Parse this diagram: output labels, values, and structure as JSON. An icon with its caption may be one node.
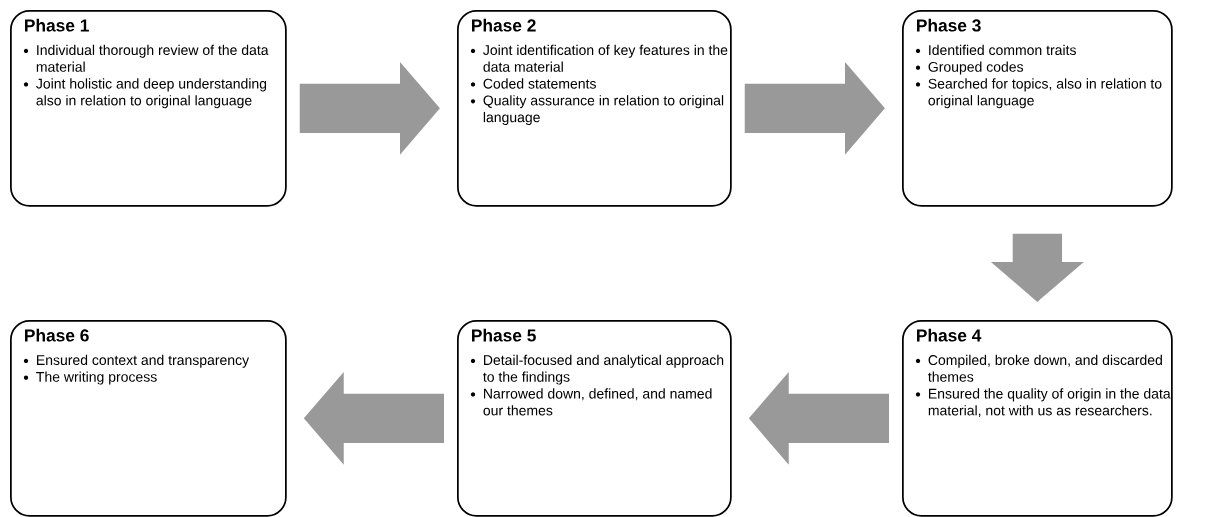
{
  "diagram": {
    "nodes": [
      {
        "text": [
          "Phase 1",
          "Individual thorough review of the data material",
          "Joint holistic and deep understanding also in relation to original language"
        ]
      },
      {
        "text": [
          "Phase 2",
          "Joint identification of key features in the data material",
          "Coded statements",
          "Quality assurance in relation to original language"
        ]
      },
      {
        "text": [
          "Phase 3",
          "Identified common traits",
          "Grouped codes",
          "Searched for topics, also in relation to original language"
        ]
      },
      {
        "text": [
          "Phase 4",
          "Compiled, broke down, and discarded themes",
          "Ensured the quality of origin in the data material, not with us as researchers."
        ]
      },
      {
        "text": [
          "Phase 5",
          "Detail-focused and analytical approach to the findings",
          "Narrowed down, defined, and named our themes"
        ]
      },
      {
        "text": [
          "Phase 6",
          "Ensured context and transparency",
          "The writing process"
        ]
      }
    ],
    "edges": [
      {
        "from": 0,
        "to": 1,
        "arrow": "to"
      },
      {
        "from": 1,
        "to": 2,
        "arrow": "to"
      },
      {
        "from": 2,
        "to": 3,
        "arrow": "to"
      },
      {
        "from": 3,
        "to": 4,
        "arrow": "to"
      },
      {
        "from": 4,
        "to": 5,
        "arrow": "to"
      }
    ]
  }
}
